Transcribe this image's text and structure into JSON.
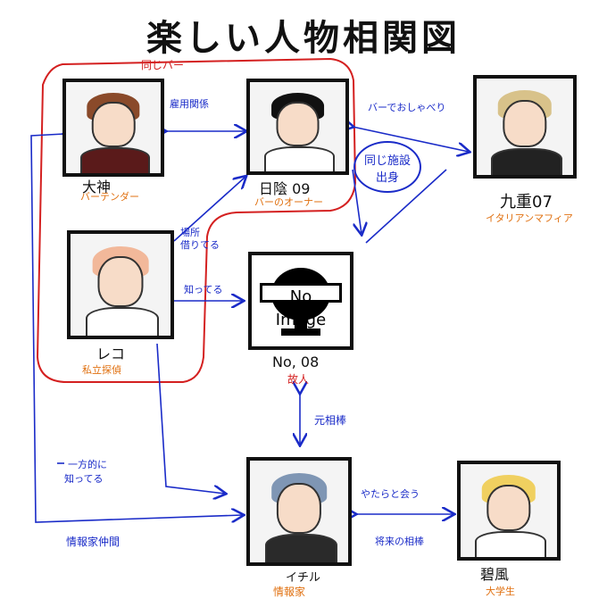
{
  "title": "楽しい人物相関図",
  "group_label": "同じバー",
  "colors": {
    "arrow": "#1a2bc8",
    "group": "#d42020",
    "role": "#e07010",
    "dead": "#d42020"
  },
  "people": {
    "oogami": {
      "name": "大神",
      "role": "バーテンダー"
    },
    "hikage": {
      "name": "日陰 09"
    },
    "kokonoe": {
      "name": "九重07",
      "role": "イタリアンマフィア"
    },
    "reko": {
      "name": "レコ",
      "role": "私立探偵"
    },
    "no08": {
      "name": "No, 08",
      "role": "故人",
      "placeholder": "No Image"
    },
    "ichiru": {
      "name": "イチル",
      "role": "情報家"
    },
    "hekifuu": {
      "name": "碧風",
      "role": "大学生"
    }
  },
  "hikage_role": "バーのオーナー",
  "relations": {
    "koyou": "雇用関係",
    "bar_de": "バーでおしゃべり",
    "same_facility_1": "同じ施設",
    "same_facility_2": "出身",
    "basho_1": "場所",
    "basho_2": "借りてる",
    "shitteru": "知ってる",
    "moto_aibou": "元相棒",
    "ippouteki_1": "一方的に",
    "ippouteki_2": "知ってる",
    "yatara": "やたらと会う",
    "shourai": "将来の相棒",
    "jouhou": "情報家仲間"
  }
}
